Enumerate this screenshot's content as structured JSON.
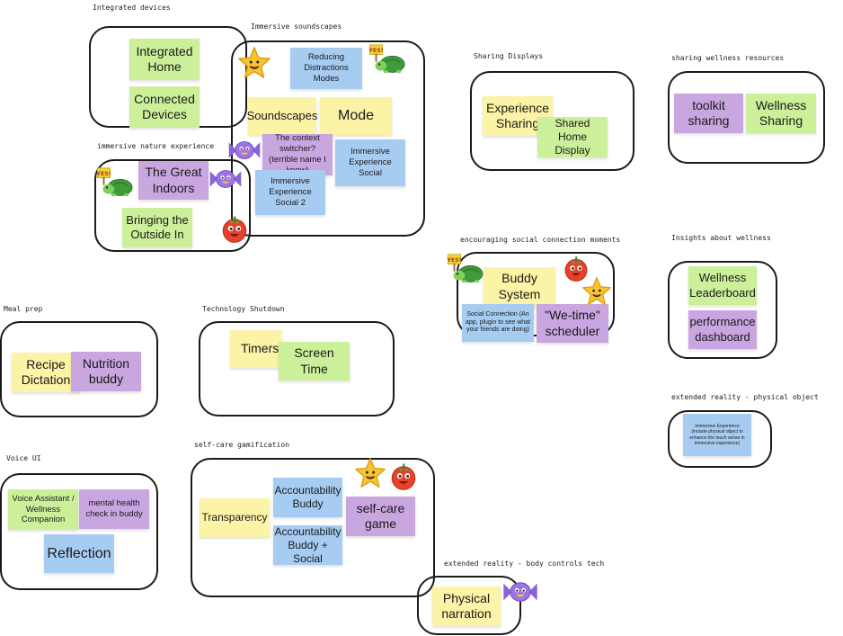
{
  "labels": {
    "integrated_devices": "Integrated devices",
    "immersive_soundscapes": "Immersive soundscapes",
    "immersive_nature": "immersive nature experience",
    "sharing_displays": "Sharing Displays",
    "sharing_wellness": "sharing wellness resources",
    "encouraging_social": "encouraging social connection moments",
    "insights_wellness": "Insights about wellness",
    "meal_prep": "Meal prep",
    "technology_shutdown": "Technology Shutdown",
    "extended_reality_physical": "extended reality - physical object",
    "voice_ui": "Voice UI",
    "self_care": "self-care gamification",
    "extended_reality_body": "extended reality - body controls tech"
  },
  "notes": {
    "integrated_home": "Integrated Home",
    "connected_devices": "Connected Devices",
    "reducing_distractions": "Reducing Distractions Modes",
    "soundscapes": "Soundscapes",
    "mode": "Mode",
    "context_switcher": "The context switcher? (terrible name I know)",
    "immersive_social": "Immersive Experience Social",
    "immersive_social_2": "Immersive Experience Social 2",
    "great_indoors": "The Great Indoors",
    "bringing_outside": "Bringing the Outside In",
    "experience_sharing": "Experience Sharing",
    "shared_home_display": "Shared Home Display",
    "toolkit_sharing": "toolkit sharing",
    "wellness_sharing": "Wellness Sharing",
    "buddy_system": "Buddy System",
    "social_connection": "Social Connection (An app, plugin to see what your friends are doing)",
    "we_time": "\"We-time\" scheduler",
    "wellness_leaderboard": "Wellness Leaderboard",
    "performance_dashboard": "performance dashboard",
    "recipe_dictation": "Recipe Dictation",
    "nutrition_buddy": "Nutrition buddy",
    "timers": "Timers",
    "screen_time": "Screen Time",
    "immersive_physical": "Immersive Experience (include physical object to enhance the touch sense in immersive experience)",
    "voice_assistant": "Voice Assistant / Wellness Companion",
    "mental_health": "mental health check in buddy",
    "reflection": "Reflection",
    "transparency": "Transparency",
    "accountability_buddy": "Accountability Buddy",
    "accountability_social": "Accountability Buddy + Social",
    "self_care_game": "self-care game",
    "physical_narration": "Physical narration"
  },
  "stickers": {
    "yes_text": "YES!"
  },
  "colors": {
    "green": "#ccf09a",
    "yellow": "#fbf3a5",
    "purple": "#c9a6e0",
    "blue": "#a7ccf2",
    "outline": "#1a1a1a"
  }
}
